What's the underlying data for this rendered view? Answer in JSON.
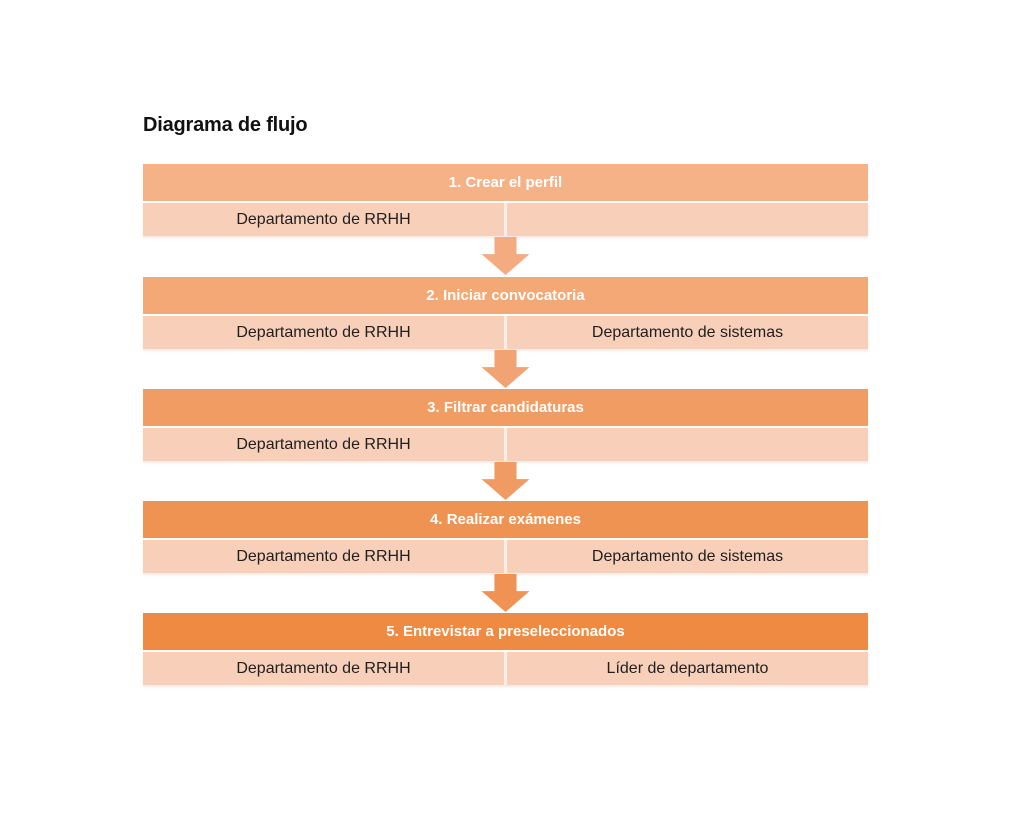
{
  "page": {
    "background": "#ffffff"
  },
  "title": "Diagrama de flujo",
  "colors": {
    "subrow_bg": "#f8cfb9",
    "subrow_divider": "#fbefe7",
    "header_text": "#ffffff",
    "cell_text": "#1f1f1f"
  },
  "diagram": {
    "steps": [
      {
        "header": "1. Crear el perfil",
        "header_color": "#f5b287",
        "cells": [
          "Departamento de RRHH",
          ""
        ]
      },
      {
        "header": "2. Iniciar convocatoria",
        "header_color": "#f3a876",
        "cells": [
          "Departamento de RRHH",
          "Departamento de sistemas"
        ]
      },
      {
        "header": "3. Filtrar candidaturas",
        "header_color": "#f19c63",
        "cells": [
          "Departamento de RRHH",
          ""
        ]
      },
      {
        "header": "4. Realizar exámenes",
        "header_color": "#ef9352",
        "cells": [
          "Departamento de RRHH",
          "Departamento de sistemas"
        ]
      },
      {
        "header": "5. Entrevistar a preseleccionados",
        "header_color": "#ee8a42",
        "cells": [
          "Departamento de RRHH",
          "Líder de departamento"
        ]
      }
    ],
    "arrows": [
      {
        "color": "#f3ab7f"
      },
      {
        "color": "#f2a373"
      },
      {
        "color": "#f09b63"
      },
      {
        "color": "#ef9253"
      }
    ]
  }
}
